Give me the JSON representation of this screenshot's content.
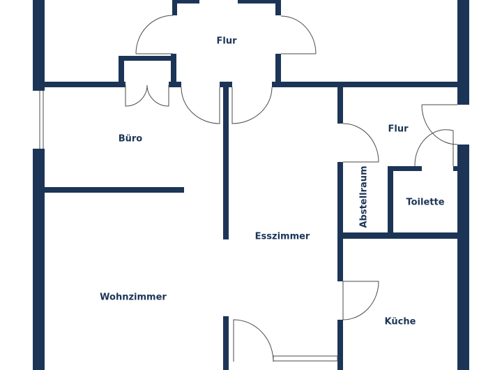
{
  "plan": {
    "wall_color": "#1c3557",
    "rooms": {
      "flur_top": "Flur",
      "buero": "Büro",
      "flur_right": "Flur",
      "abstellraum": "Abstellraum",
      "toilette": "Toilette",
      "esszimmer": "Esszimmer",
      "wohnzimmer": "Wohnzimmer",
      "kueche": "Küche"
    }
  }
}
